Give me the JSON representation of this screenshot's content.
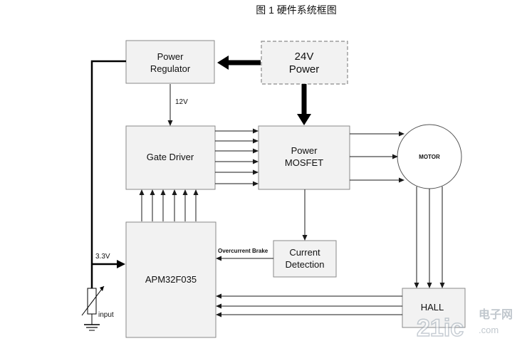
{
  "caption": "图  1 硬件系统框图",
  "blocks": {
    "power_regulator": [
      "Power",
      "Regulator"
    ],
    "power_24v": [
      "24V",
      "Power"
    ],
    "gate_driver": "Gate Driver",
    "power_mosfet": [
      "Power",
      "MOSFET"
    ],
    "motor": "MOTOR",
    "current_detection": [
      "Current",
      "Detection"
    ],
    "mcu": "APM32F035",
    "hall": "HALL"
  },
  "labels": {
    "v12": "12V",
    "v33": "3.3V",
    "overcurrent_brake": "Overcurrent Brake",
    "input": "input"
  },
  "watermark": {
    "brand": "21ic",
    "cn": "电子网"
  }
}
